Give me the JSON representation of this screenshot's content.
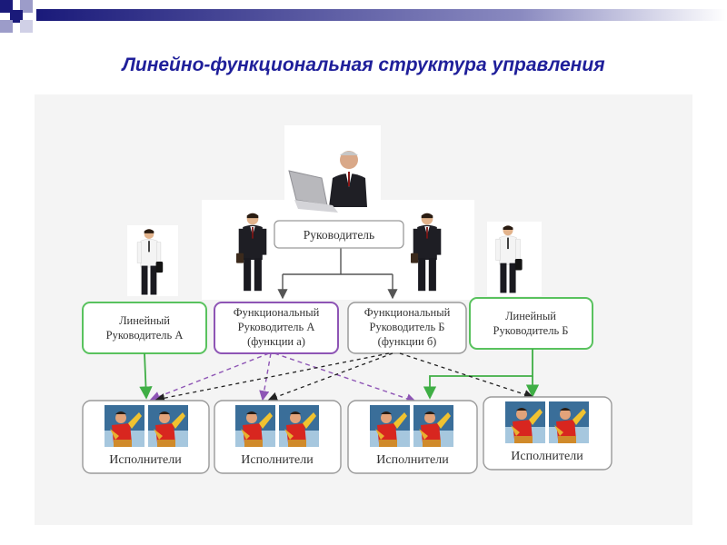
{
  "title": "Линейно-функциональная структура управления",
  "diagram": {
    "head": "Руководитель",
    "line_manager_a": [
      "Линейный",
      "Руководитель А"
    ],
    "functional_manager_a": [
      "Функциональный",
      "Руководитель А",
      "(функции а)"
    ],
    "functional_manager_b": [
      "Функциональный",
      "Руководитель Б",
      "(функции  б)"
    ],
    "line_manager_b": [
      "Линейный",
      "Руководитель Б"
    ],
    "executors": [
      "Исполнители",
      "Исполнители",
      "Исполнители",
      "Исполнители"
    ]
  },
  "colors": {
    "title": "#1f1f9a",
    "line_box_border": "#59c25e",
    "functional_a_border": "#8e55b5",
    "neutral_border": "#9a9a9a",
    "green_arrow": "#3fae45",
    "purple_dashed": "#8e55b5",
    "black_dashed": "#222222"
  }
}
